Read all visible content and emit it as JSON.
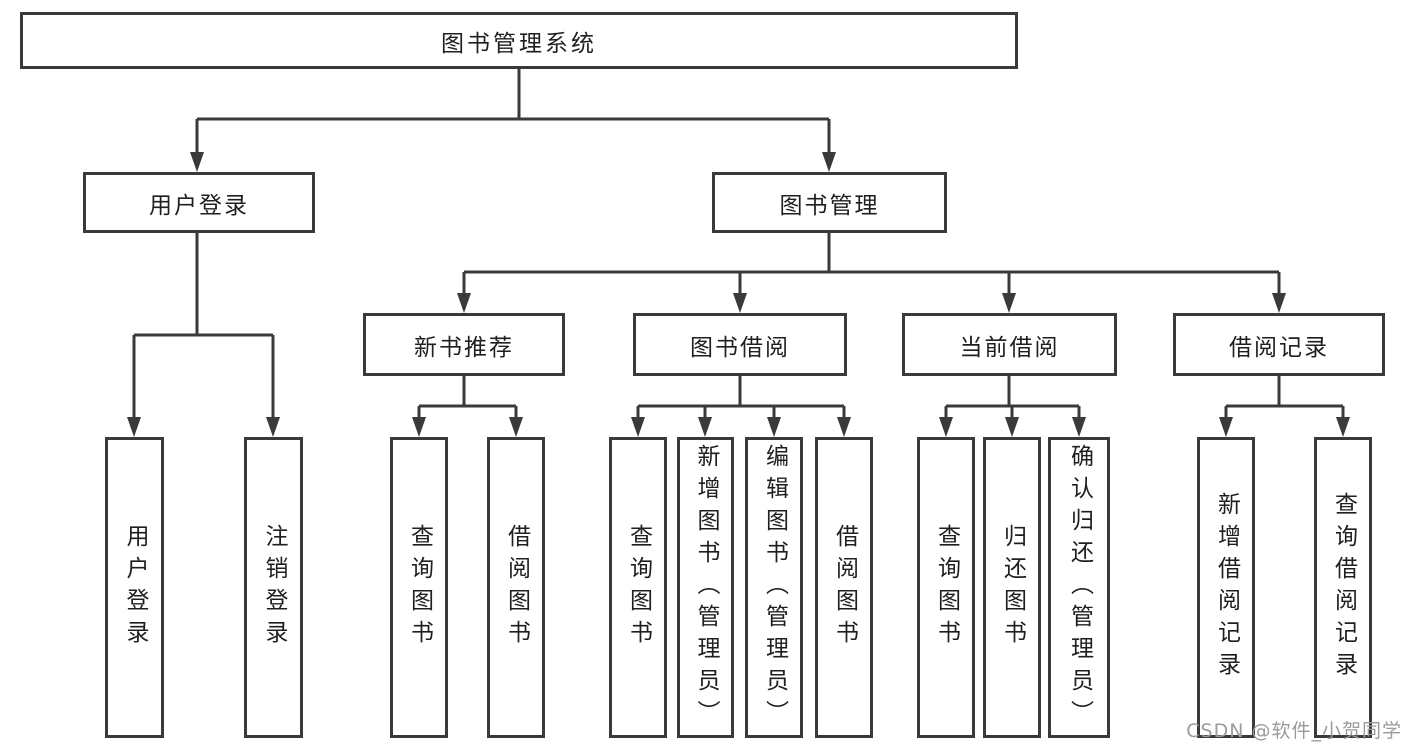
{
  "diagram": {
    "root": {
      "label": "图书管理系统"
    },
    "branches": [
      {
        "label": "用户登录",
        "children": [
          {
            "label": "用户登录"
          },
          {
            "label": "注销登录"
          }
        ]
      },
      {
        "label": "图书管理",
        "children": [
          {
            "label": "新书推荐",
            "children": [
              {
                "label": "查询图书"
              },
              {
                "label": "借阅图书"
              }
            ]
          },
          {
            "label": "图书借阅",
            "children": [
              {
                "label": "查询图书"
              },
              {
                "label": "新增图书（管理员）"
              },
              {
                "label": "编辑图书（管理员）"
              },
              {
                "label": "借阅图书"
              }
            ]
          },
          {
            "label": "当前借阅",
            "children": [
              {
                "label": "查询图书"
              },
              {
                "label": "归还图书"
              },
              {
                "label": "确认归还（管理员）"
              }
            ]
          },
          {
            "label": "借阅记录",
            "children": [
              {
                "label": "新增借阅记录"
              },
              {
                "label": "查询借阅记录"
              }
            ]
          }
        ]
      }
    ],
    "watermark": "CSDN @软件_小贺同学",
    "colors": {
      "line": "#3a3a3a",
      "box_border": "#3a3a3a",
      "text": "#1f1f1f",
      "background": "#ffffff",
      "watermark": "#9b9b9b"
    }
  }
}
